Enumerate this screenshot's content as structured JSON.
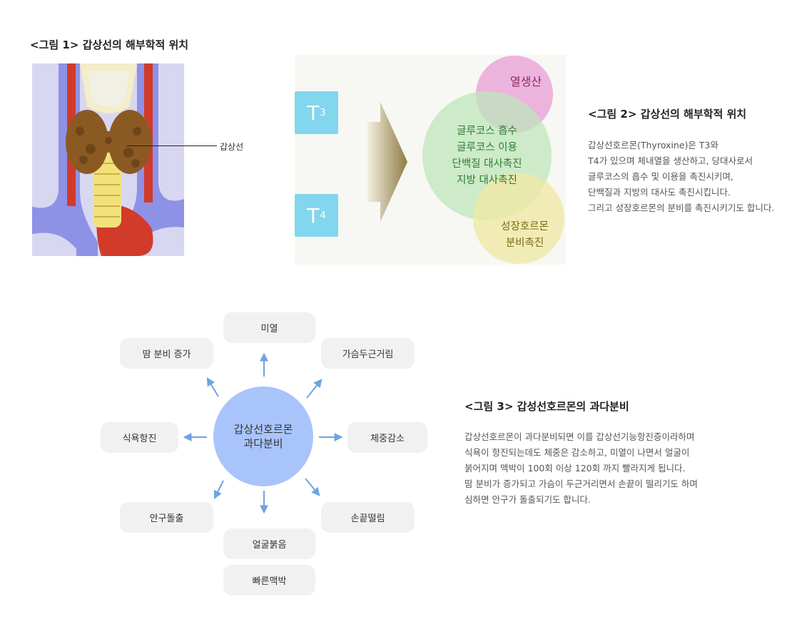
{
  "fig1": {
    "title": "<그림 1> 갑상선의 해부학적 위치",
    "label": "갑상선"
  },
  "fig2": {
    "title": "<그림 2> 갑상선의 해부학적 위치",
    "t3": {
      "base": "T",
      "sub": "3"
    },
    "t4": {
      "base": "T",
      "sub": "4"
    },
    "heat_label": "열생산",
    "green_lines": [
      "글루코스 흡수",
      "글루코스 이용",
      "단백질 대사촉진",
      "지방 대사촉진"
    ],
    "yellow_lines": [
      "성장호르몬",
      "분비촉진"
    ],
    "description": [
      "갑상선호르몬(Thyroxine)은 T3와",
      "T4가 있으며 체내열을 생산하고, 당대사로서",
      "글루코스의 흡수 및 이용을 촉진시키며,",
      "단백질과 지방의 대사도 촉진시킵니다.",
      "그리고 성장호르몬의 분비를 촉진시키기도 합니다."
    ],
    "colors": {
      "t_box": "#82d6ed",
      "heat": "#e89ed4",
      "green": "#bfe6bb",
      "yellow": "#efe9a6",
      "heat_text": "#8a2a6a",
      "green_text": "#2e7d32",
      "yellow_text": "#7a6a14"
    }
  },
  "fig3": {
    "title": "<그림 3> 갑성선호르몬의 과다분비",
    "center": [
      "갑상선호르몬",
      "과다분비"
    ],
    "symptoms": {
      "fever": "미열",
      "palpitation": "가슴두근거림",
      "sweat": "땀 분비 증가",
      "appetite": "식욕항진",
      "weight_loss": "체중감소",
      "exophthalmos": "안구돌출",
      "tremor": "손끝떨림",
      "flushed_face": "얼굴붉음",
      "fast_pulse": "빠른맥박"
    },
    "description": [
      "갑상선호르몬이 과다분비되면 이를 갑상선기능항진증이라하며",
      "식욕이 항진되는데도 체중은 감소하고, 미열이 나면서 얼굴이",
      "붉어지며 맥박이 100회 이상 120회 까지 빨라지게 됩니다.",
      "땀 분비가 증가되고 가슴이 두근거리면서 손끝이 떨리기도 하며",
      "심하면 안구가 돌출되기도 합니다."
    ],
    "colors": {
      "center": "#a9c4fb",
      "arrow": "#6fa3e0",
      "pill": "#f1f1f1"
    }
  }
}
